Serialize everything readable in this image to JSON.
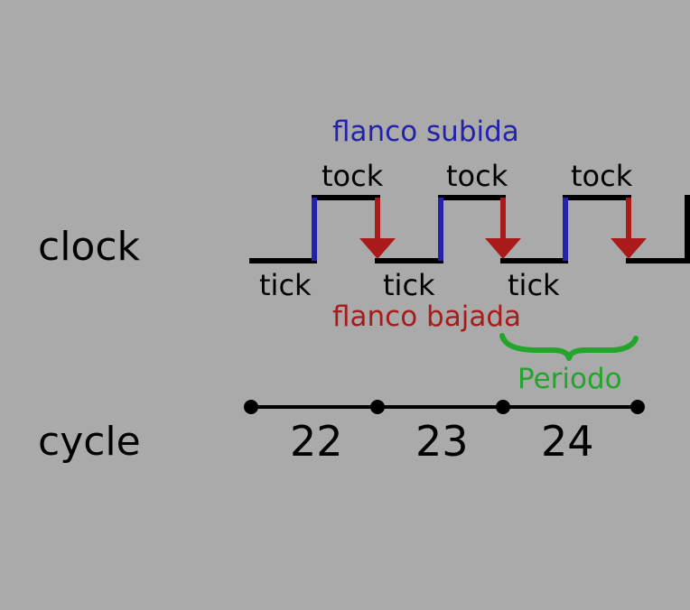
{
  "colors": {
    "background": "#aaaaaa",
    "signal": "#000000",
    "rising_edge": "#2222aa",
    "falling_edge": "#aa1a1a",
    "period": "#22a52a"
  },
  "labels": {
    "clock": "clock",
    "cycle": "cycle",
    "rising_edge": "flanco subida",
    "falling_edge": "flanco bajada",
    "period": "Periodo"
  },
  "ticks": [
    "tick",
    "tick",
    "tick"
  ],
  "tocks": [
    "tock",
    "tock",
    "tock"
  ],
  "cycles": [
    "22",
    "23",
    "24"
  ]
}
